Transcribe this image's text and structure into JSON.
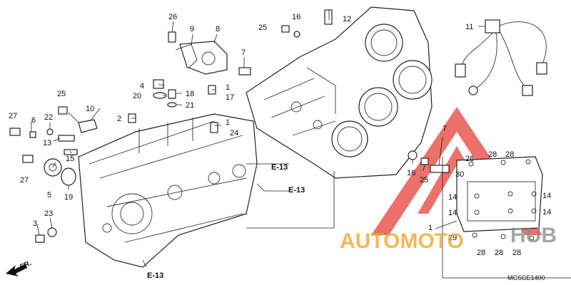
{
  "diagram": {
    "callouts": [
      "26",
      "9",
      "8",
      "25",
      "16",
      "12",
      "11",
      "7",
      "4",
      "20",
      "18",
      "1",
      "17",
      "25",
      "10",
      "2",
      "21",
      "27",
      "6",
      "22",
      "13",
      "15",
      "5",
      "19",
      "1",
      "24",
      "27",
      "23",
      "3",
      "7",
      "16",
      "25",
      "28",
      "28",
      "28",
      "30",
      "14",
      "14",
      "14",
      "14",
      "1",
      "29",
      "28",
      "28",
      "28"
    ],
    "refs": [
      "E-13",
      "E-13",
      "E-13"
    ],
    "direction": "FR.",
    "diagram_code": "MCSCE1400",
    "watermark": {
      "text_left": "AUTOMOTO",
      "text_right": "HUB",
      "color_left": "#f2a531",
      "color_right": "#888888",
      "logo_color": "#e8423a"
    }
  }
}
